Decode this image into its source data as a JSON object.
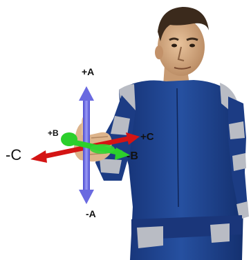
{
  "axes": {
    "plus_a": "+A",
    "minus_a": "-A",
    "plus_b": "+B",
    "minus_b": "-B",
    "plus_c": "+C",
    "minus_c": "-C"
  },
  "colors": {
    "axis_a": "#6a6ae0",
    "axis_b": "#2ccf2c",
    "axis_c": "#d41414",
    "suit": "#1d3f86",
    "suit_panel": "#b9bcc4",
    "skin": "#d9b08a",
    "hair": "#3b2a1c"
  }
}
